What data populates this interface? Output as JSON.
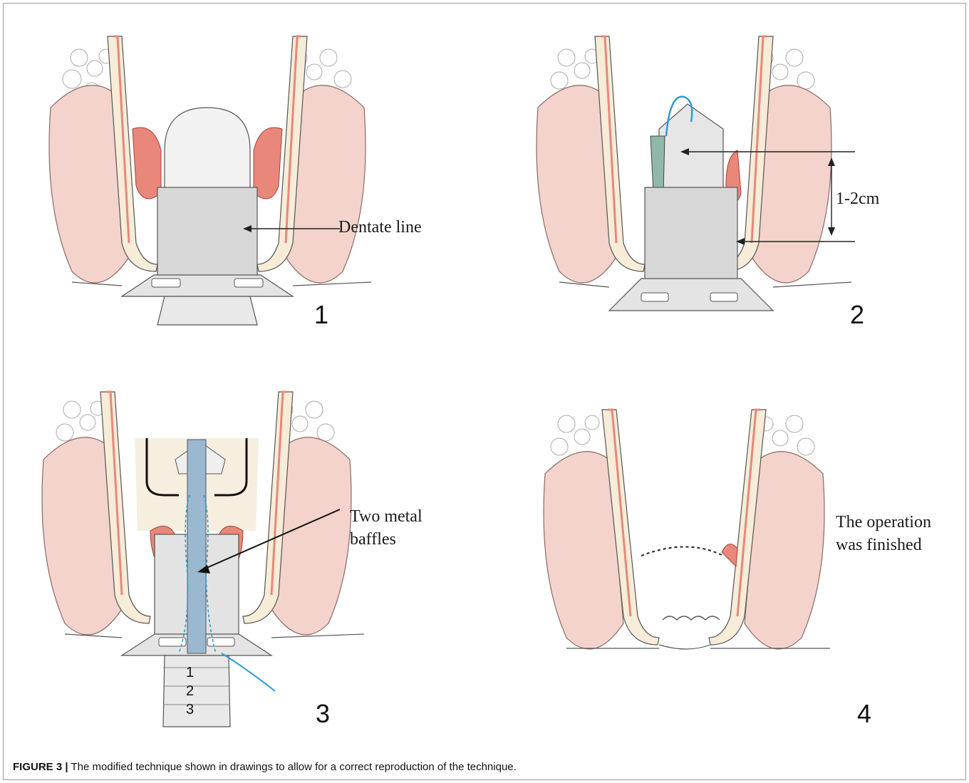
{
  "figure": {
    "caption_label": "FIGURE 3 |",
    "caption_text": " The modified technique shown in drawings to allow for a correct reproduction of the technique."
  },
  "panels": [
    {
      "number": "1",
      "annotations": [
        "Dentate line"
      ]
    },
    {
      "number": "2",
      "annotations": [
        "1-2cm"
      ]
    },
    {
      "number": "3",
      "annotations": [
        "Two metal",
        "baffles"
      ],
      "scale_marks": [
        "1",
        "2",
        "3"
      ]
    },
    {
      "number": "4",
      "annotations": [
        "The operation",
        "was finished"
      ]
    }
  ],
  "colors": {
    "mucosa_red": "#e8877a",
    "muscle_pink": "#f3d3cc",
    "fat_cream": "#f6ecd8",
    "device_gray": "#d7d7d7",
    "suture_blue": "#2b9bd6",
    "rod_blue": "#9ab8d0"
  }
}
